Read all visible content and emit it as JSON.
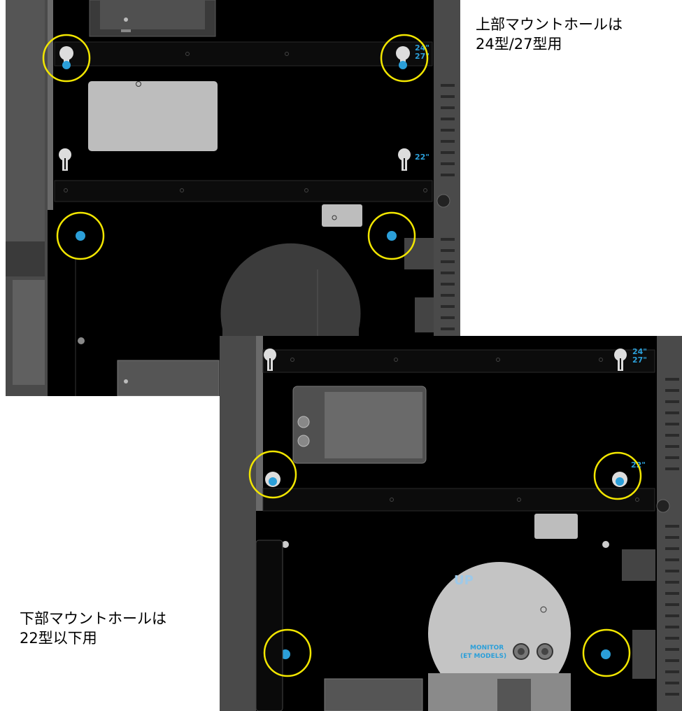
{
  "captions": {
    "top": "上部マウントホールは\n24型/27型用",
    "bottom": "下部マウントホールは\n22型以下用"
  },
  "labels": {
    "size_24": "24\"",
    "size_27": "27\"",
    "size_22": "22\"",
    "up_text": "UP",
    "monitor_line1": "MONITOR",
    "monitor_line2": "(ET MODELS)"
  },
  "colors": {
    "highlight_circle": "#f2e600",
    "screw": "#2b9fd9",
    "panel_bg": "#000000"
  }
}
